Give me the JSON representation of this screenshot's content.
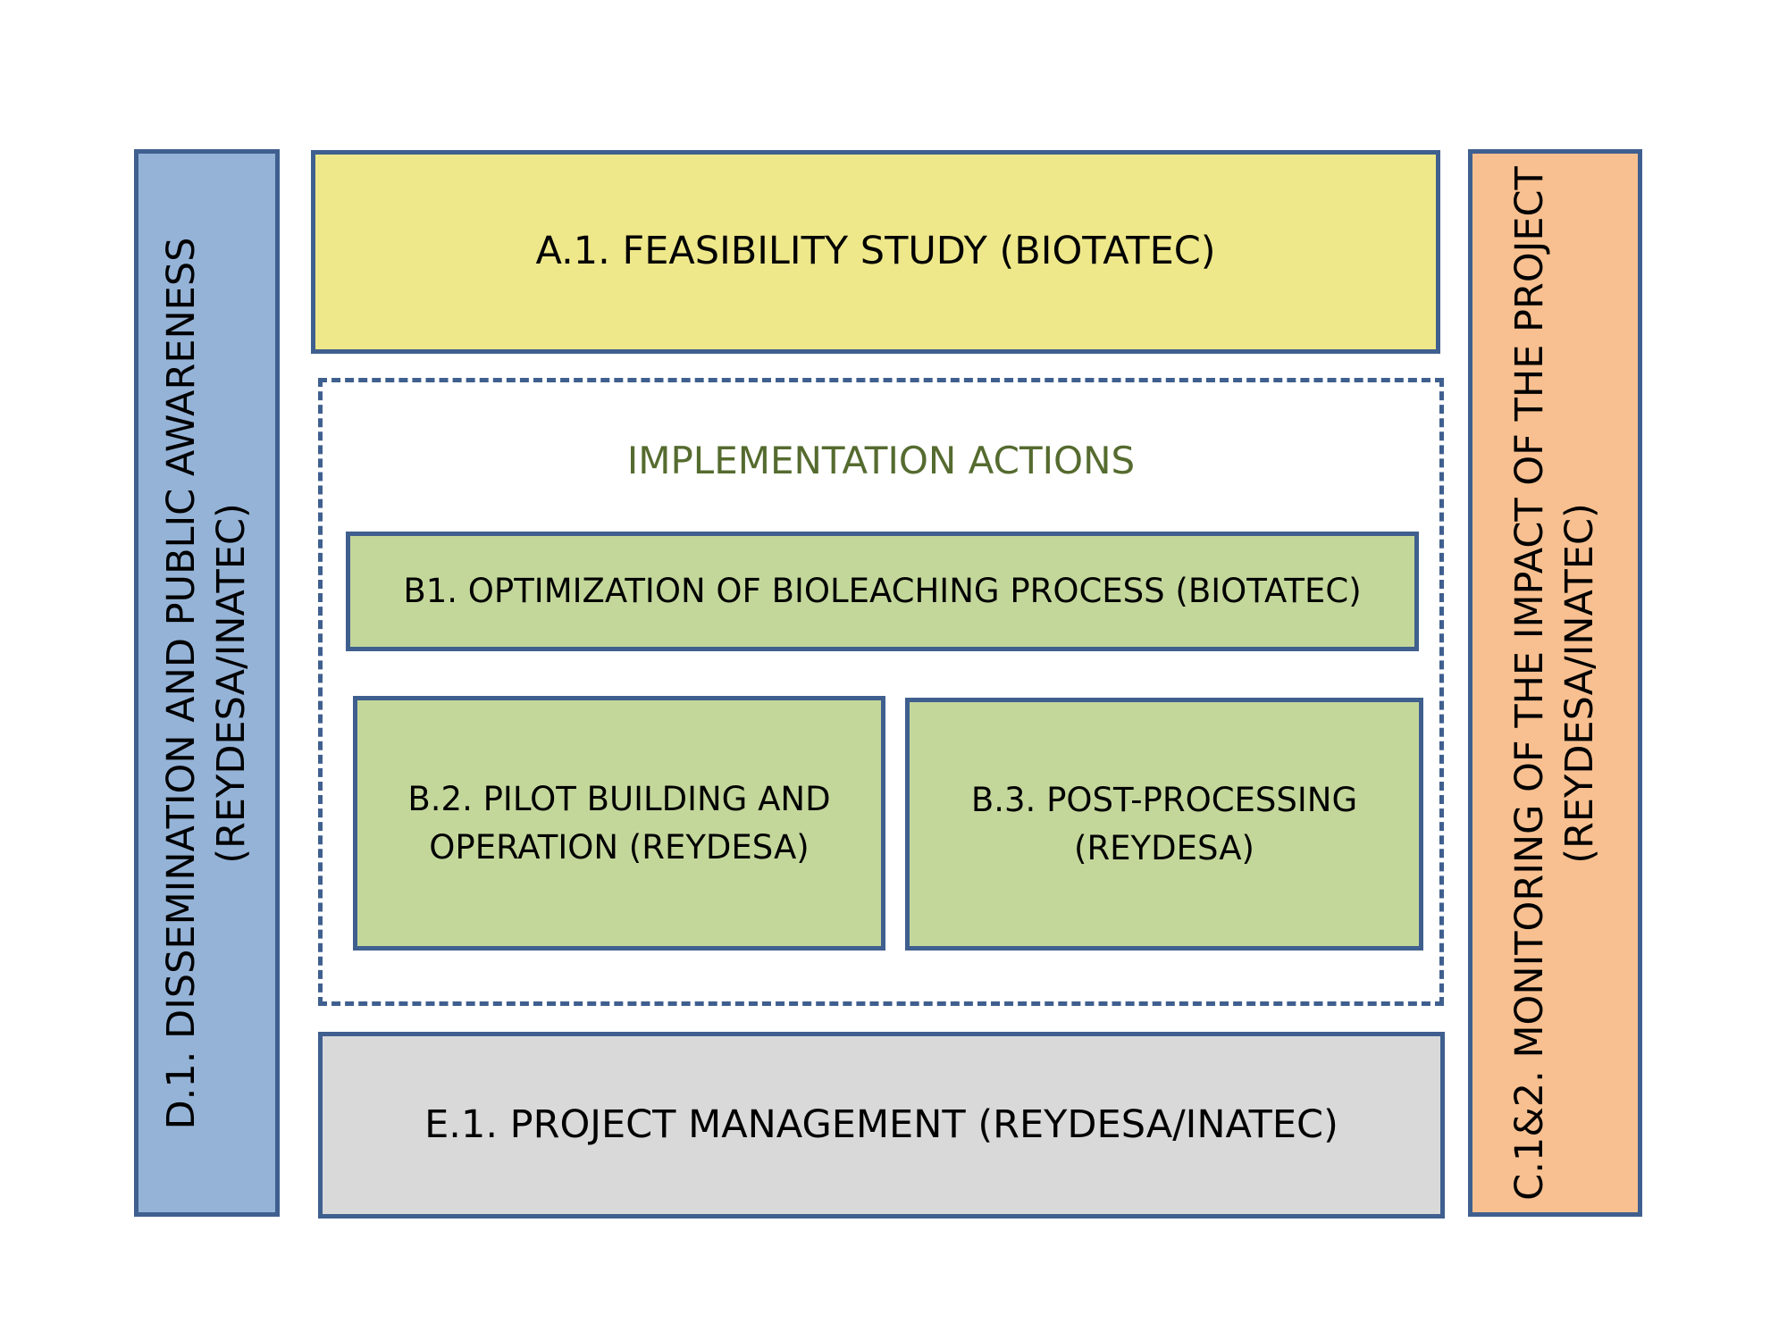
{
  "colors": {
    "border": "#3f5f8f",
    "feasibility": "#eee88a",
    "implementation_title": "#556b2f",
    "b_actions": "#c4d79b",
    "management": "#d9d9d9",
    "dissemination": "#95b3d7",
    "monitoring": "#f8c090"
  },
  "diagram": {
    "d1": {
      "line1": "D.1. DISSEMINATION AND PUBLIC AWARENESS",
      "line2": "(REYDESA/INATEC)"
    },
    "a1": {
      "label": "A.1. FEASIBILITY STUDY (BIOTATEC)"
    },
    "implementation": {
      "title": "IMPLEMENTATION ACTIONS",
      "b1": {
        "label": "B1. OPTIMIZATION OF BIOLEACHING PROCESS (BIOTATEC)"
      },
      "b2": {
        "line1": "B.2. PILOT BUILDING AND",
        "line2": "OPERATION (REYDESA)"
      },
      "b3": {
        "line1": "B.3. POST-PROCESSING",
        "line2": "(REYDESA)"
      }
    },
    "e1": {
      "label": "E.1. PROJECT MANAGEMENT (REYDESA/INATEC)"
    },
    "c12": {
      "line1": "C.1&2. MONITORING OF THE IMPACT OF THE PROJECT",
      "line2": "(REYDESA/INATEC)"
    }
  }
}
